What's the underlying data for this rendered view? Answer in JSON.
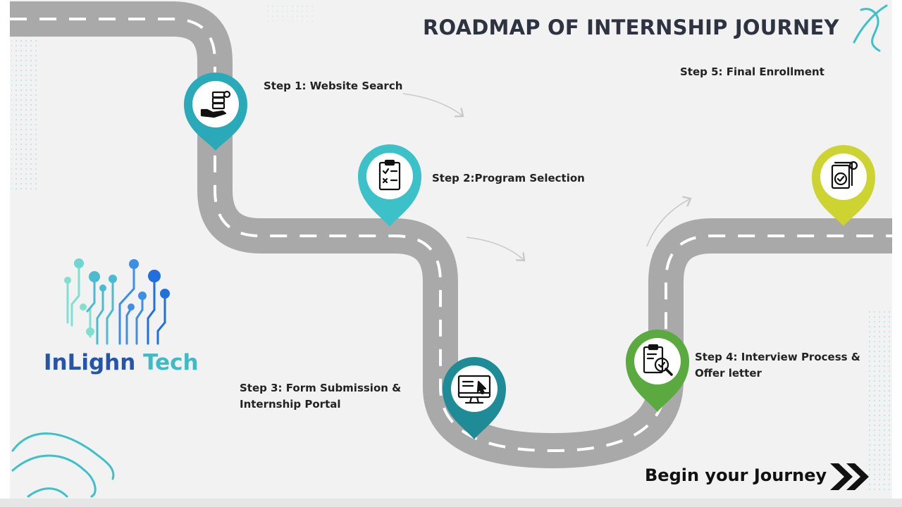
{
  "title": "ROADMAP OF INTERNSHIP JOURNEY",
  "steps": [
    {
      "label": "Step 1: Website Search",
      "icon": "hand-server-gear-icon",
      "color": "#2aa9b8"
    },
    {
      "label": "Step 2:Program Selection",
      "icon": "checklist-clipboard-icon",
      "color": "#3cc1c8"
    },
    {
      "label": "Step 3: Form Submission & Internship Portal",
      "icon": "computer-monitor-cursor-icon",
      "color": "#1f8b96"
    },
    {
      "label": "Step 4: Interview Process & Offer letter",
      "icon": "clipboard-magnifier-icon",
      "color": "#5aaa3f"
    },
    {
      "label": "Step 5: Final Enrollment",
      "icon": "certificate-check-gear-icon",
      "color": "#cdd431"
    }
  ],
  "brand": {
    "part1": "InLighn",
    "part2": "Tech"
  },
  "cta": {
    "label": "Begin your Journey",
    "icon": "double-chevron-right-icon"
  },
  "colors": {
    "road": "#a9a9a9",
    "road_marking": "#ffffff",
    "accent_teal": "#34b9c4",
    "accent_blue": "#1f6fdc"
  }
}
